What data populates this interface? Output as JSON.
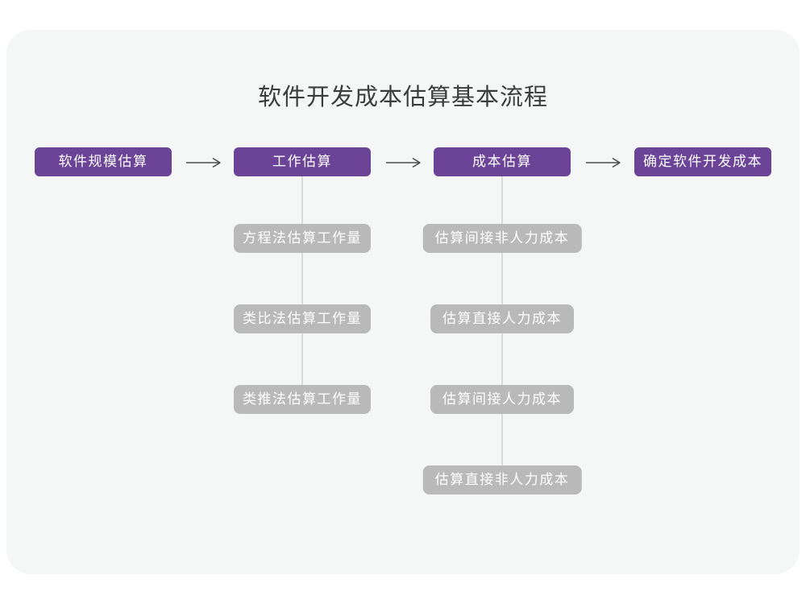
{
  "title": "软件开发成本估算基本流程",
  "flow": {
    "main_steps": [
      {
        "label": "软件规模估算"
      },
      {
        "label": "工作估算"
      },
      {
        "label": "成本估算"
      },
      {
        "label": "确定软件开发成本"
      }
    ],
    "work_estimation_methods": [
      {
        "label": "方程法估算工作量"
      },
      {
        "label": "类比法估算工作量"
      },
      {
        "label": "类推法估算工作量"
      }
    ],
    "cost_estimation_steps": [
      {
        "label": "估算间接非人力成本"
      },
      {
        "label": "估算直接人力成本"
      },
      {
        "label": "估算间接人力成本"
      },
      {
        "label": "估算直接非人力成本"
      }
    ]
  },
  "colors": {
    "primary_node": "#6B4397",
    "secondary_node": "#B9B9B9",
    "canvas_background": "#F5F6F6",
    "connector_line": "#DBDBDB",
    "arrow": "#4D4D4D",
    "title_text": "#3C3C3C",
    "node_text": "#FFFFFF"
  }
}
